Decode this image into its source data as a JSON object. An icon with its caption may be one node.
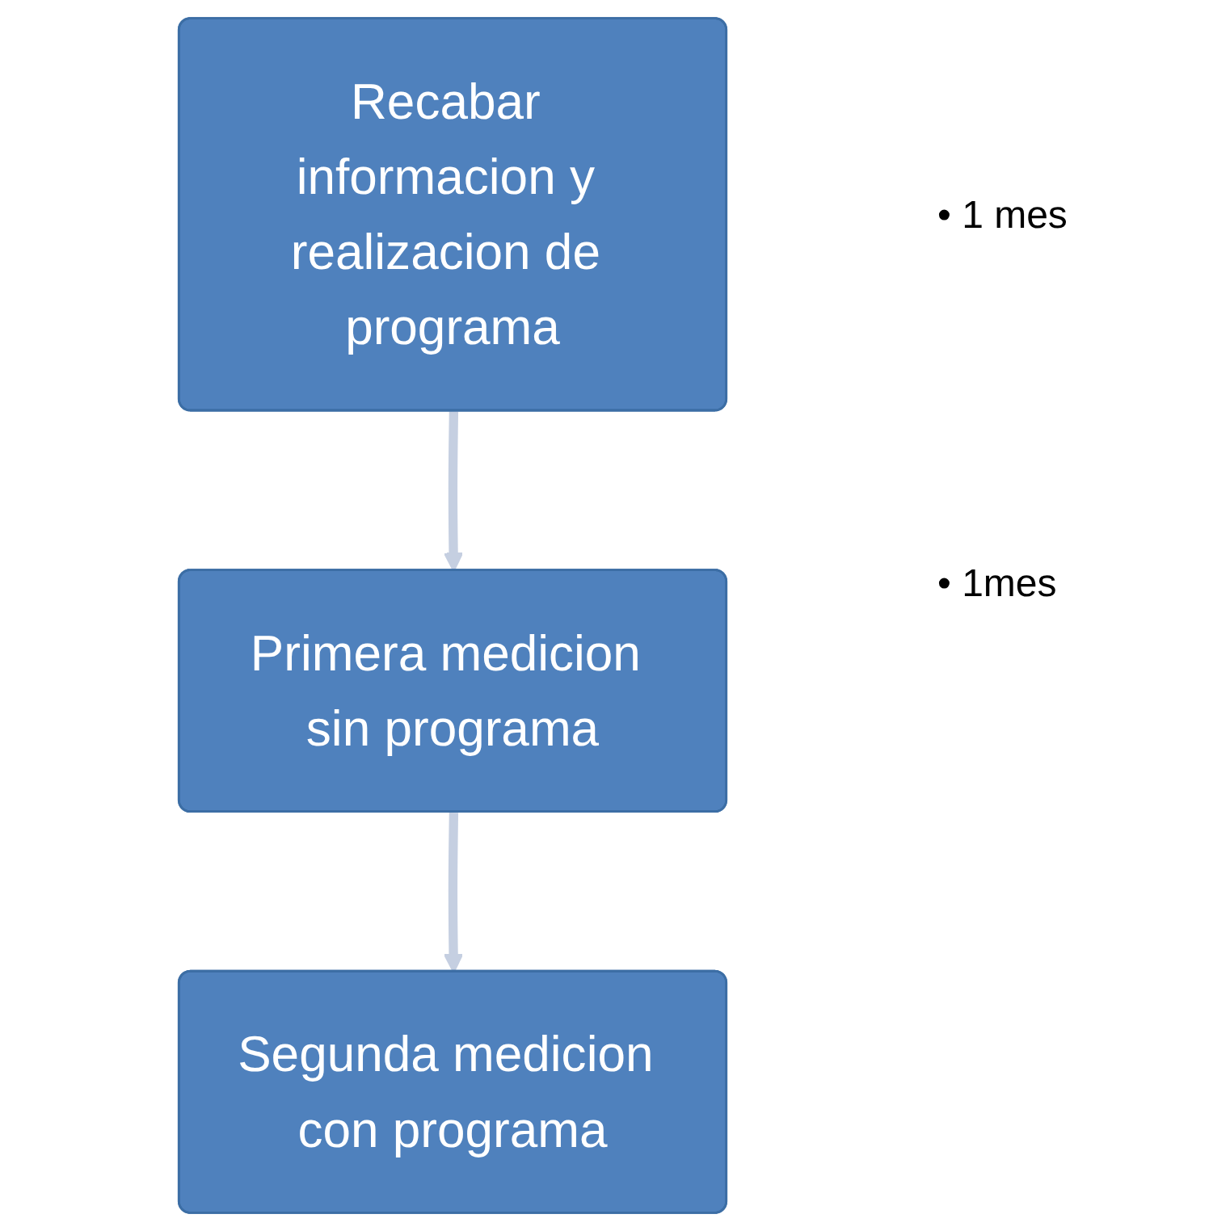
{
  "diagram": {
    "nodes": [
      {
        "text": [
          "Recabar informacion y realizacion de programa"
        ]
      },
      {
        "text": [
          "Primera medicion sin programa"
        ]
      },
      {
        "text": [
          "Segunda medicion con programa"
        ]
      }
    ],
    "edges": [
      {
        "from": 0,
        "to": 1,
        "arrow": "to"
      },
      {
        "from": 1,
        "to": 2,
        "arrow": "to"
      }
    ],
    "labels": [
      "• 1 mes",
      "• 1mes"
    ]
  }
}
